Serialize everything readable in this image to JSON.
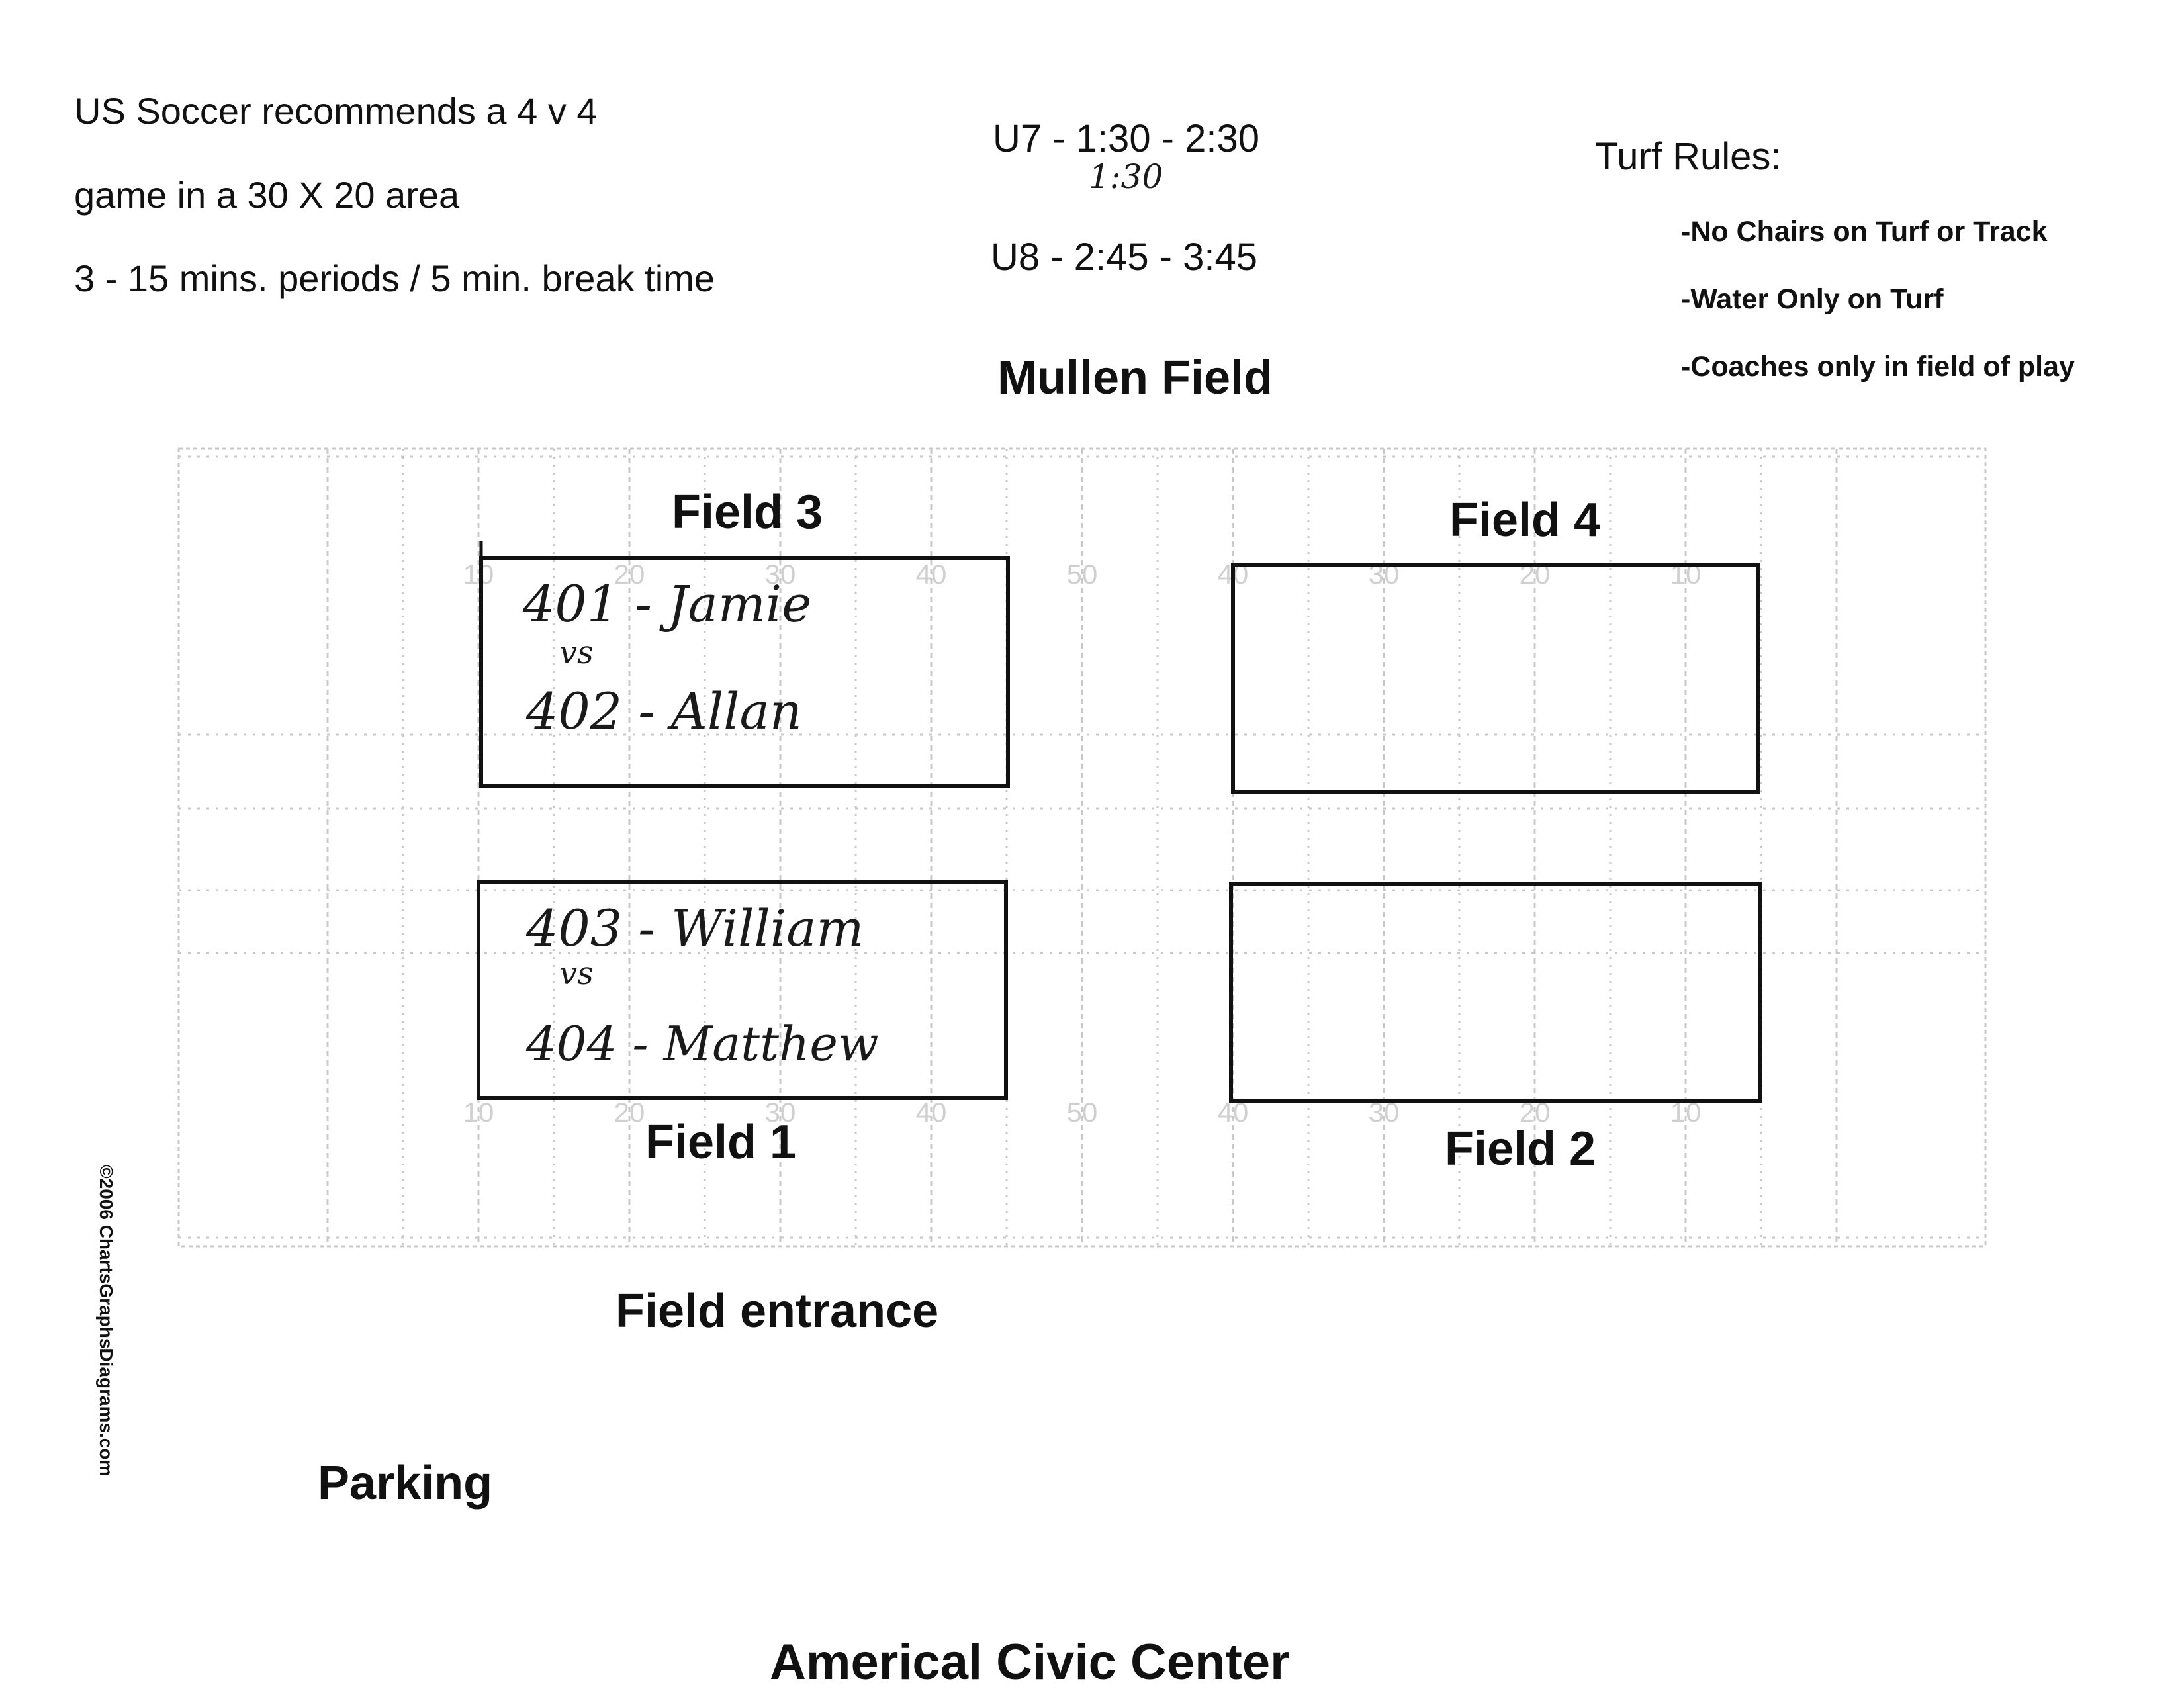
{
  "recommendation": {
    "line1": "US Soccer recommends a 4 v 4",
    "line2": "game in a 30 X 20 area",
    "line3": "3 - 15 mins. periods / 5 min. break time"
  },
  "schedule": {
    "u7": "U7 - 1:30 - 2:30",
    "u7_handwritten": "1:30",
    "u8": "U8 - 2:45 - 3:45"
  },
  "turf_rules": {
    "title": "Turf Rules:",
    "rules": [
      "-No Chairs on Turf or Track",
      "-Water Only on Turf",
      "-Coaches only in field of play"
    ]
  },
  "venue_title": "Mullen Field",
  "fields": {
    "field3": {
      "label": "Field 3",
      "team_a": "401 - Jamie",
      "vs": "vs",
      "team_b": "402 - Allan"
    },
    "field4": {
      "label": "Field 4"
    },
    "field1": {
      "label": "Field 1",
      "team_a": "403 - William",
      "vs": "vs",
      "team_b": "404 - Matthew"
    },
    "field2": {
      "label": "Field 2"
    }
  },
  "yard_numbers": {
    "top": [
      "10",
      "20",
      "30",
      "40",
      "50",
      "40",
      "30",
      "20",
      "10"
    ],
    "bottom": [
      "10",
      "20",
      "30",
      "40",
      "50",
      "40",
      "30",
      "20",
      "10"
    ]
  },
  "labels": {
    "entrance": "Field entrance",
    "parking": "Parking",
    "civic_center": "Americal Civic Center"
  },
  "copyright": "©2006 ChartsGraphsDiagrams.com"
}
